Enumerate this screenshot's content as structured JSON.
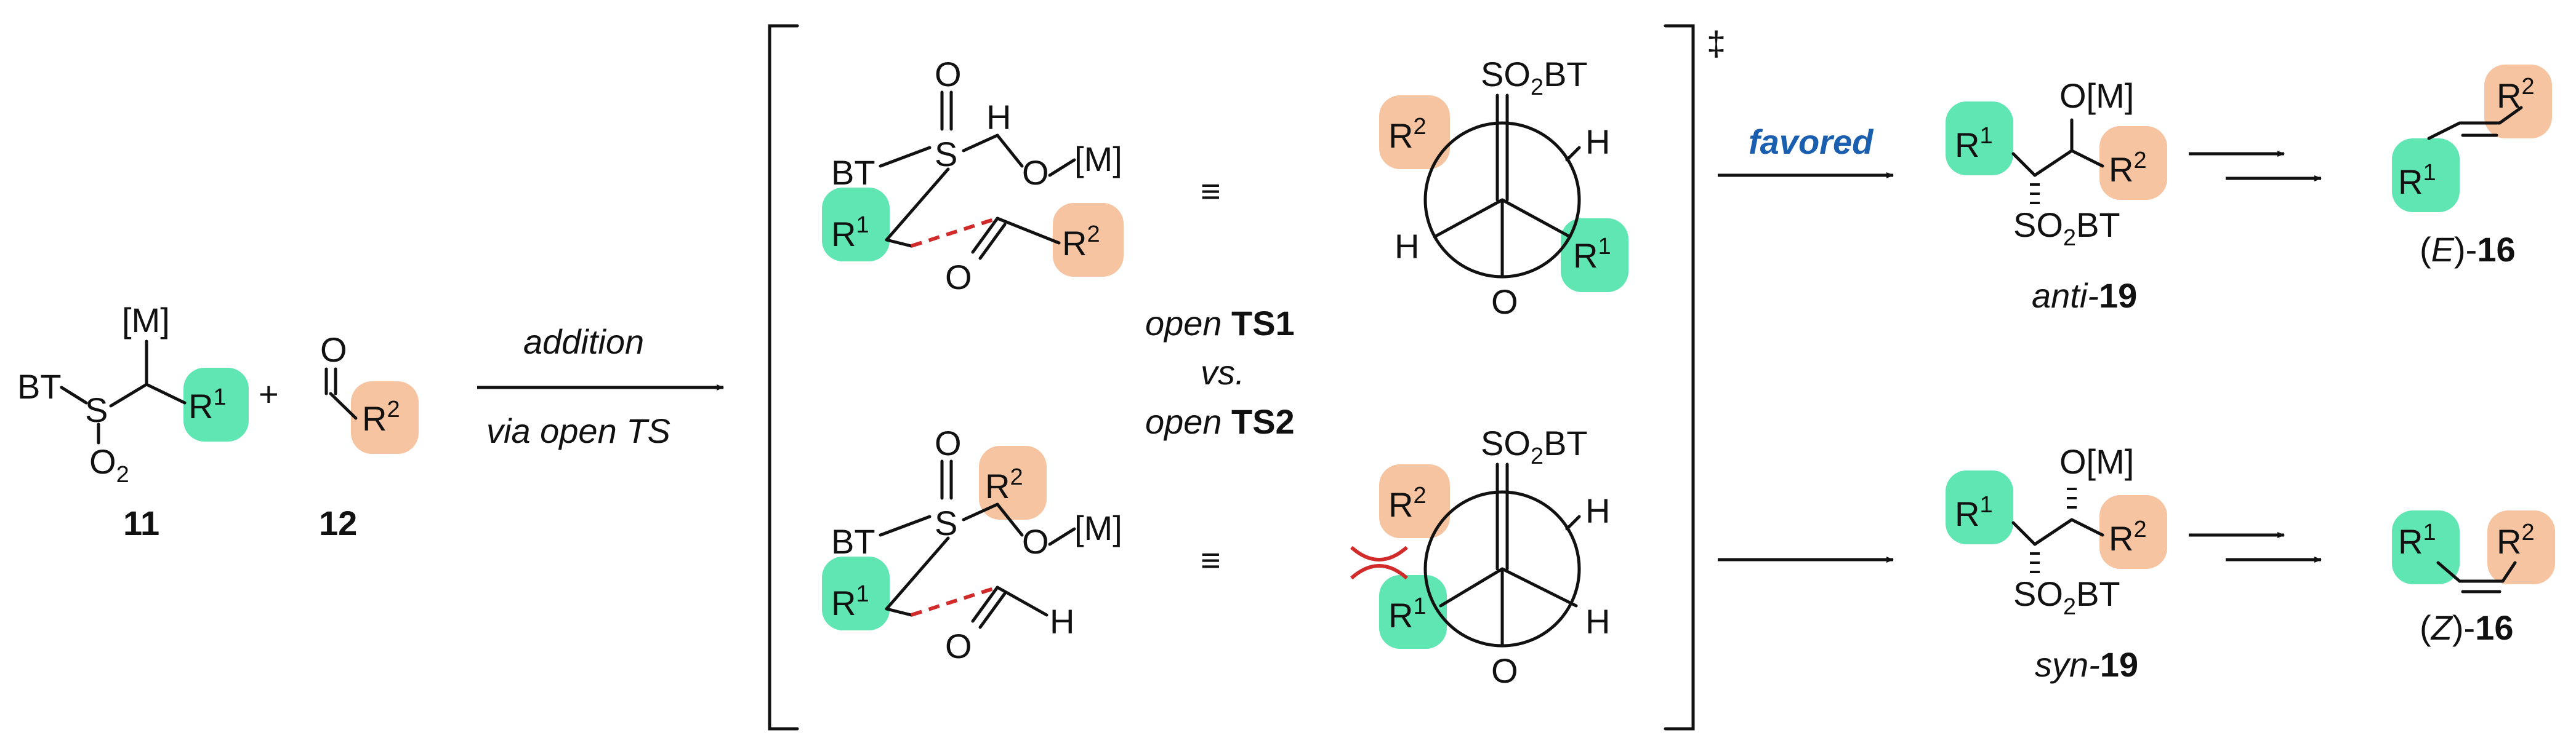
{
  "colors": {
    "r1_highlight": "#5fe6b3",
    "r2_highlight": "#f7c4a1",
    "favored_text": "#1a5eb0",
    "ts_line": "#d12a2a",
    "clash": "#d12a2a"
  },
  "labels": {
    "BT": "BT",
    "S": "S",
    "O2": "O",
    "O2_sub": "2",
    "M": "[M]",
    "R": "R",
    "sup1": "1",
    "sup2": "2",
    "plus": "+",
    "O": "O",
    "H": "H",
    "OM": "O[M]",
    "O_dash_M": "O",
    "M_tail": "[M]",
    "SO2BT_a": "SO",
    "SO2BT_sub": "2",
    "SO2BT_b": "BT",
    "dagger": "‡"
  },
  "reactants": {
    "c11": "11",
    "c12": "12"
  },
  "arrow_main": {
    "top": "addition",
    "bottom": "via open TS"
  },
  "ts_center": {
    "open1": "open",
    "ts1": "TS1",
    "vs": "vs.",
    "open2": "open",
    "ts2": "TS2"
  },
  "equiv": "≡",
  "top_branch": {
    "arrow_label": "favored",
    "prod_prefix": "anti-",
    "prod_num": "19",
    "final_pre": "(",
    "final_e": "E",
    "final_post": ")-",
    "final_num": "16"
  },
  "bottom_branch": {
    "prod_prefix": "syn-",
    "prod_num": "19",
    "final_pre": "(",
    "final_z": "Z",
    "final_post": ")-",
    "final_num": "16"
  }
}
